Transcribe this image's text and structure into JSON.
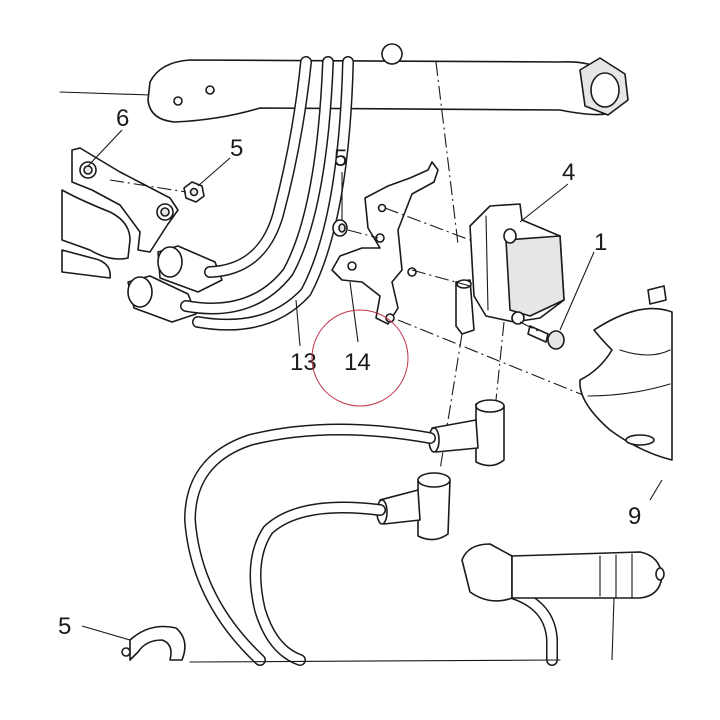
{
  "callouts": {
    "c1": "1",
    "c4": "4",
    "c5a": "5",
    "c5b": "5",
    "c5c": "5",
    "c6": "6",
    "c9": "9",
    "c13": "13",
    "c14": "14"
  },
  "colors": {
    "line": "#1a1a1a",
    "highlight_circle": "#c0344a"
  }
}
